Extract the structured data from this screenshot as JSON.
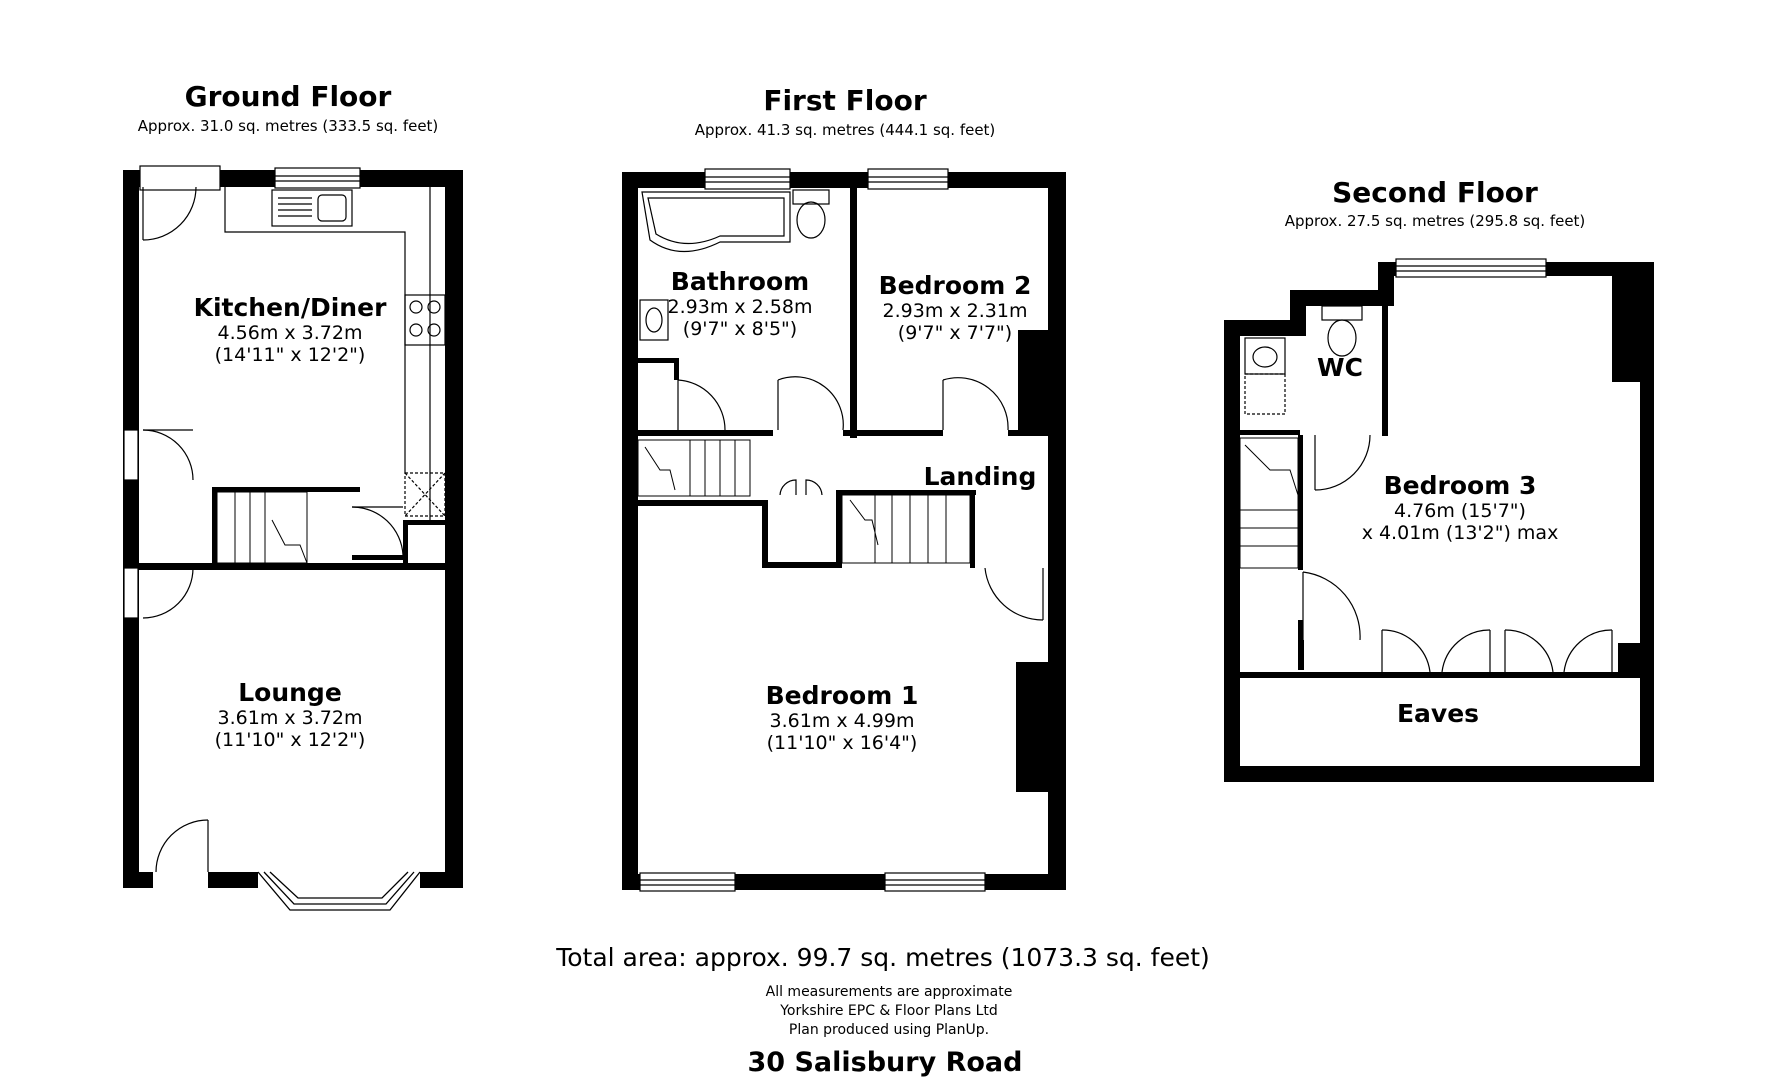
{
  "floors": {
    "ground": {
      "title": "Ground Floor",
      "area": "Approx. 31.0 sq. metres (333.5 sq. feet)",
      "rooms": [
        {
          "name": "Kitchen/Diner",
          "dim1": "4.56m x 3.72m",
          "dim2": "(14'11\" x 12'2\")"
        },
        {
          "name": "Lounge",
          "dim1": "3.61m x 3.72m",
          "dim2": "(11'10\" x 12'2\")"
        }
      ]
    },
    "first": {
      "title": "First Floor",
      "area": "Approx. 41.3 sq. metres (444.1 sq. feet)",
      "rooms": [
        {
          "name": "Bathroom",
          "dim1": "2.93m x 2.58m",
          "dim2": "(9'7\" x 8'5\")"
        },
        {
          "name": "Bedroom 2",
          "dim1": "2.93m x 2.31m",
          "dim2": "(9'7\" x 7'7\")"
        },
        {
          "name": "Landing"
        },
        {
          "name": "Bedroom 1",
          "dim1": "3.61m x 4.99m",
          "dim2": "(11'10\" x 16'4\")"
        }
      ]
    },
    "second": {
      "title": "Second Floor",
      "area": "Approx. 27.5 sq. metres (295.8 sq. feet)",
      "rooms": [
        {
          "name": "WC"
        },
        {
          "name": "Bedroom 3",
          "dim1": "4.76m (15'7\")",
          "dim2": "x 4.01m (13'2\") max"
        },
        {
          "name": "Eaves"
        }
      ]
    }
  },
  "footer": {
    "total": "Total area: approx. 99.7 sq. metres (1073.3 sq. feet)",
    "notes": [
      "All measurements are approximate",
      "Yorkshire EPC & Floor Plans  Ltd",
      "Plan produced using PlanUp."
    ],
    "address": "30 Salisbury Road"
  }
}
